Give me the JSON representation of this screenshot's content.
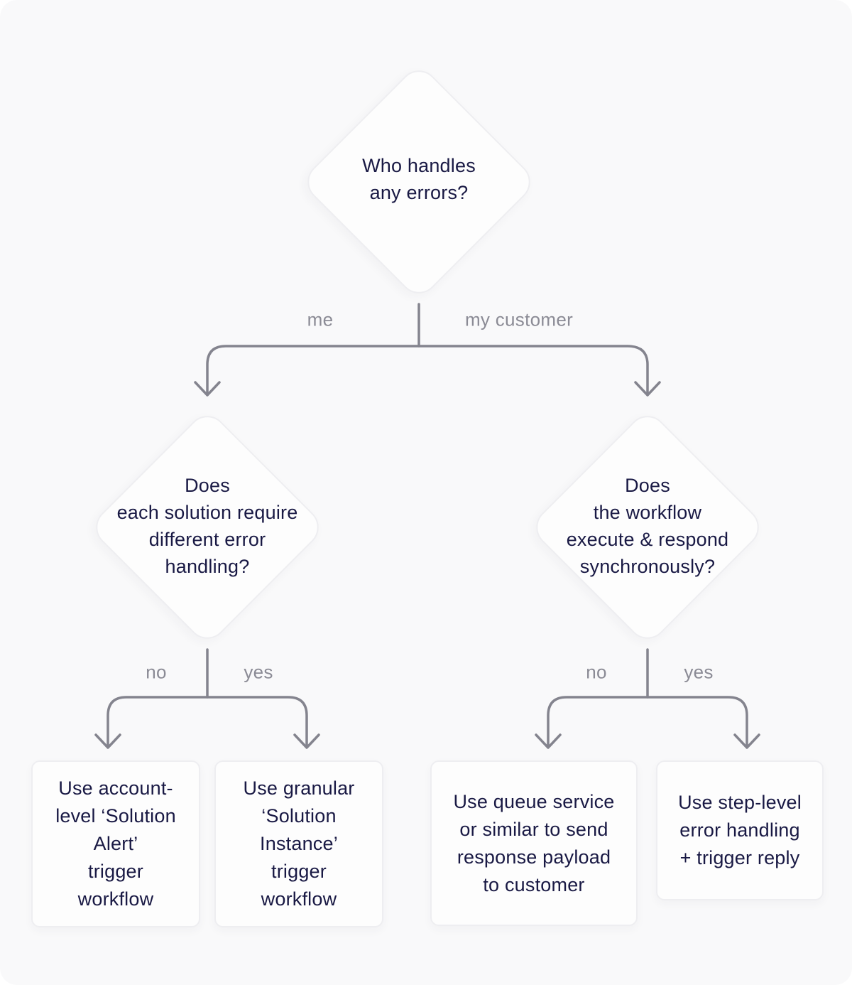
{
  "theme": {
    "canvas_bg": "#f9f9fa",
    "node_fill": "#fdfdfd",
    "node_border": "#eeeef1",
    "connector_color": "#84848e",
    "question_color": "#191944",
    "label_color": "#8b8b95"
  },
  "flowchart": {
    "root": {
      "question": "Who handles\nany errors?",
      "branches": [
        {
          "label": "me"
        },
        {
          "label": "my customer"
        }
      ]
    },
    "left_node": {
      "question": "Does\neach solution require\ndifferent error\nhandling?",
      "branches": [
        {
          "label": "no"
        },
        {
          "label": "yes"
        }
      ]
    },
    "right_node": {
      "question": "Does\nthe workflow\nexecute & respond\nsynchronously?",
      "branches": [
        {
          "label": "no"
        },
        {
          "label": "yes"
        }
      ]
    },
    "outcomes": [
      {
        "text": "Use account-\nlevel ‘Solution\nAlert’\ntrigger\nworkflow"
      },
      {
        "text": "Use granular\n‘Solution\nInstance’\ntrigger\nworkflow"
      },
      {
        "text": "Use queue service\nor similar to send\nresponse payload\nto customer"
      },
      {
        "text": "Use step-level\nerror handling\n+ trigger reply"
      }
    ]
  }
}
